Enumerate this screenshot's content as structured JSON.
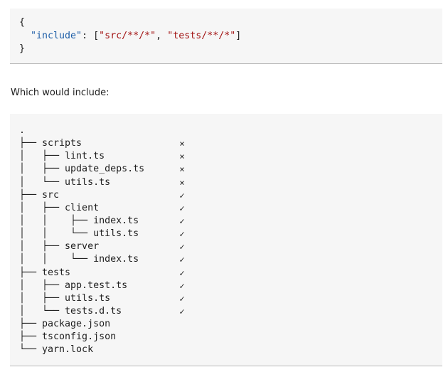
{
  "config_block": {
    "lines": [
      {
        "parts": [
          {
            "t": "punc",
            "v": "{"
          }
        ]
      },
      {
        "parts": [
          {
            "t": "punc",
            "v": "  "
          },
          {
            "t": "key",
            "v": "\"include\""
          },
          {
            "t": "punc",
            "v": ": ["
          },
          {
            "t": "str",
            "v": "\"src/**/*\""
          },
          {
            "t": "punc",
            "v": ", "
          },
          {
            "t": "str",
            "v": "\"tests/**/*\""
          },
          {
            "t": "punc",
            "v": "]"
          }
        ]
      },
      {
        "parts": [
          {
            "t": "punc",
            "v": "}"
          }
        ]
      }
    ]
  },
  "prose": {
    "text": "Which would include:"
  },
  "tree": {
    "rows": [
      {
        "text": ".",
        "mark": ""
      },
      {
        "text": "├── scripts",
        "mark": "×"
      },
      {
        "text": "│   ├── lint.ts",
        "mark": "×"
      },
      {
        "text": "│   ├── update_deps.ts",
        "mark": "×"
      },
      {
        "text": "│   └── utils.ts",
        "mark": "×"
      },
      {
        "text": "├── src",
        "mark": "✓"
      },
      {
        "text": "│   ├── client",
        "mark": "✓"
      },
      {
        "text": "│   │    ├── index.ts",
        "mark": "✓"
      },
      {
        "text": "│   │    └── utils.ts",
        "mark": "✓"
      },
      {
        "text": "│   ├── server",
        "mark": "✓"
      },
      {
        "text": "│   │    └── index.ts",
        "mark": "✓"
      },
      {
        "text": "├── tests",
        "mark": "✓"
      },
      {
        "text": "│   ├── app.test.ts",
        "mark": "✓"
      },
      {
        "text": "│   ├── utils.ts",
        "mark": "✓"
      },
      {
        "text": "│   └── tests.d.ts",
        "mark": "✓"
      },
      {
        "text": "├── package.json",
        "mark": ""
      },
      {
        "text": "├── tsconfig.json",
        "mark": ""
      },
      {
        "text": "└── yarn.lock",
        "mark": ""
      }
    ]
  }
}
